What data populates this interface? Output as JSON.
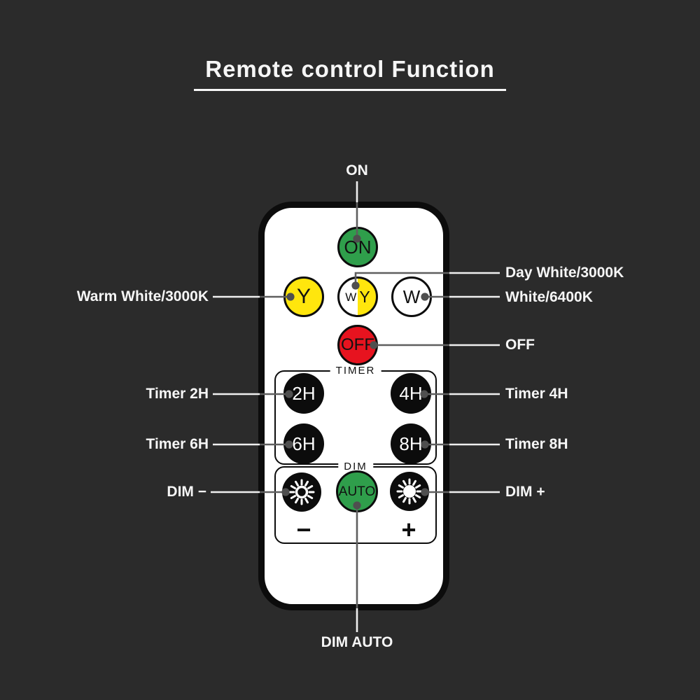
{
  "title": {
    "text": "Remote control Function"
  },
  "colors": {
    "background": "#2b2b2b",
    "remote": "#ffffff",
    "outline": "#0c0c0c",
    "green": "#2f9e4b",
    "yellow": "#ffe60d",
    "red": "#e7131f",
    "black": "#0c0c0c",
    "label": "#f6f6f6",
    "line_in": "#5f5f5f",
    "line_out": "#efefef",
    "dot": "#4f4f4f"
  },
  "remote": {
    "buttons": {
      "on": "ON",
      "yellow": "Y",
      "mix_w": "W",
      "mix_y": "Y",
      "white": "W",
      "off": "OFF",
      "timer_2h": "2H",
      "timer_4h": "4H",
      "timer_6h": "6H",
      "timer_8h": "8H",
      "auto": "AUTO"
    },
    "sections": {
      "timer": "TIMER",
      "dim": "DIM"
    },
    "dim_minus_sign": "−",
    "dim_plus_sign": "+"
  },
  "callouts": {
    "on": "ON",
    "warm_white": "Warm White/3000K",
    "day_white": "Day White/3000K",
    "white_6400": "White/6400K",
    "off": "OFF",
    "timer_2h": "Timer 2H",
    "timer_4h": "Timer 4H",
    "timer_6h": "Timer 6H",
    "timer_8h": "Timer 8H",
    "dim_minus": "DIM −",
    "dim_plus": "DIM +",
    "dim_auto": "DIM AUTO"
  }
}
